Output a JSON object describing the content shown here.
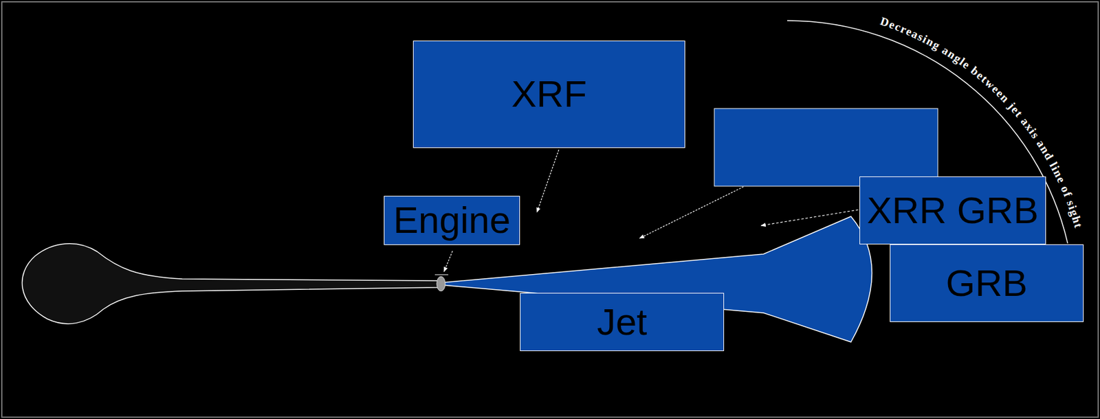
{
  "diagram": {
    "nodes": [
      {
        "text": [
          "XRF"
        ]
      },
      {
        "text": [
          "XRR GRB"
        ]
      },
      {
        "text": [
          "Engine"
        ]
      },
      {
        "text": [
          "GRB"
        ]
      },
      {
        "text": [
          "Jet"
        ]
      }
    ],
    "labels": [
      "Decreasing angle between jet axis and line of sight"
    ]
  }
}
